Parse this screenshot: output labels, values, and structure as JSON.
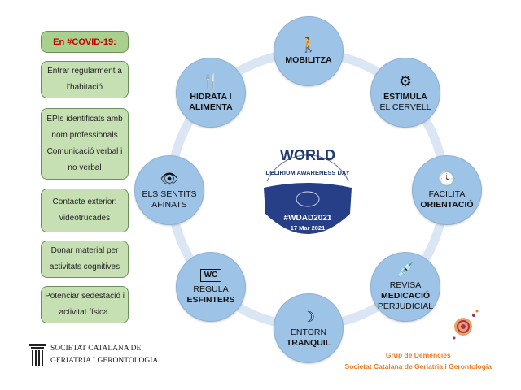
{
  "covid": {
    "title": "En #COVID-19:",
    "items": [
      "Entrar regularment a l'habitació",
      "EPIs identificats amb nom professionals",
      "Comunicació verbal i no verbal",
      "Contacte exterior: videotrucades",
      "Donar material per activitats cognitives",
      "Potenciar sedestació i activitat física."
    ]
  },
  "logo": {
    "world": "WORLD",
    "subtitle": "DELIRIUM AWARENESS DAY",
    "hashtag": "#WDAD2021",
    "date": "17 Mar 2021"
  },
  "nodes": [
    {
      "icon": "🚶",
      "l1": "",
      "l2": "MOBILITZA"
    },
    {
      "icon": "⚙",
      "l1": "ESTIMULA",
      "l2": "EL CERVELL"
    },
    {
      "icon": "🕓",
      "l1": "FACILITA",
      "l2": "ORIENTACIÓ"
    },
    {
      "icon": "💉",
      "l1": "REVISA",
      "l2": "MEDICACIÓ",
      "l3": "PERJUDICIAL"
    },
    {
      "icon": "☽",
      "l1": "ENTORN",
      "l2": "TRANQUIL"
    },
    {
      "icon": "WC",
      "l1": "REGULA",
      "l2": "ESFINTERS"
    },
    {
      "icon": "👁",
      "l1": "ELS SENTITS",
      "l2": "AFINATS"
    },
    {
      "icon": "🍴",
      "l1": "HIDRATA I",
      "l2": "ALIMENTA"
    }
  ],
  "footer": {
    "scgg1": "SOCIETAT CATALANA DE",
    "scgg2": "GERIATRIA I GERONTOLOGIA",
    "grup1": "Grup de Demències",
    "grup2": "Societat  Catalana de Geriatria i Gerontologia"
  }
}
